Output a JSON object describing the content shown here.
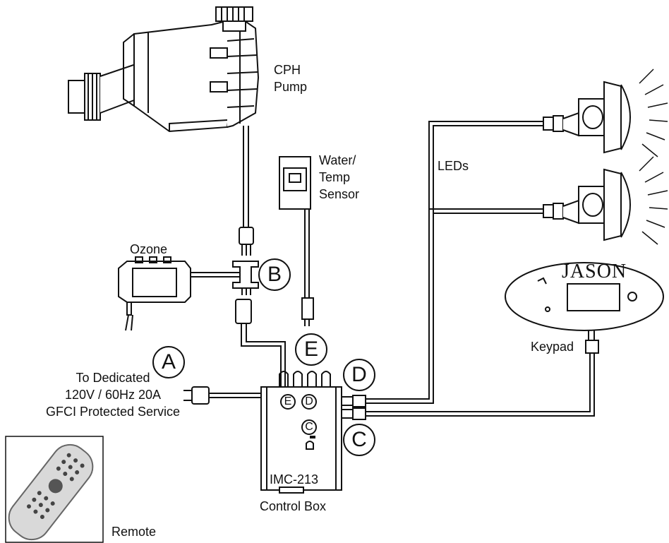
{
  "labels": {
    "pump_line1": "CPH",
    "pump_line2": "Pump",
    "sensor_line1": "Water/",
    "sensor_line2": "Temp",
    "sensor_line3": "Sensor",
    "leds": "LEDs",
    "ozone": "Ozone",
    "keypad": "Keypad",
    "keypad_brand": "JASON",
    "power_line1": "To Dedicated",
    "power_line2": "120V / 60Hz 20A",
    "power_line3": "GFCI Protected Service",
    "box_model": "IMC-213",
    "box_caption": "Control Box",
    "remote": "Remote"
  },
  "connectors": {
    "a": "A",
    "b": "B",
    "c": "C",
    "d": "D",
    "e": "E"
  },
  "port_letters": {
    "e": "E",
    "d": "D",
    "c": "C"
  },
  "colors": {
    "line": "#111111",
    "fill": "#ffffff",
    "remote_body": "#d9d9d9"
  }
}
